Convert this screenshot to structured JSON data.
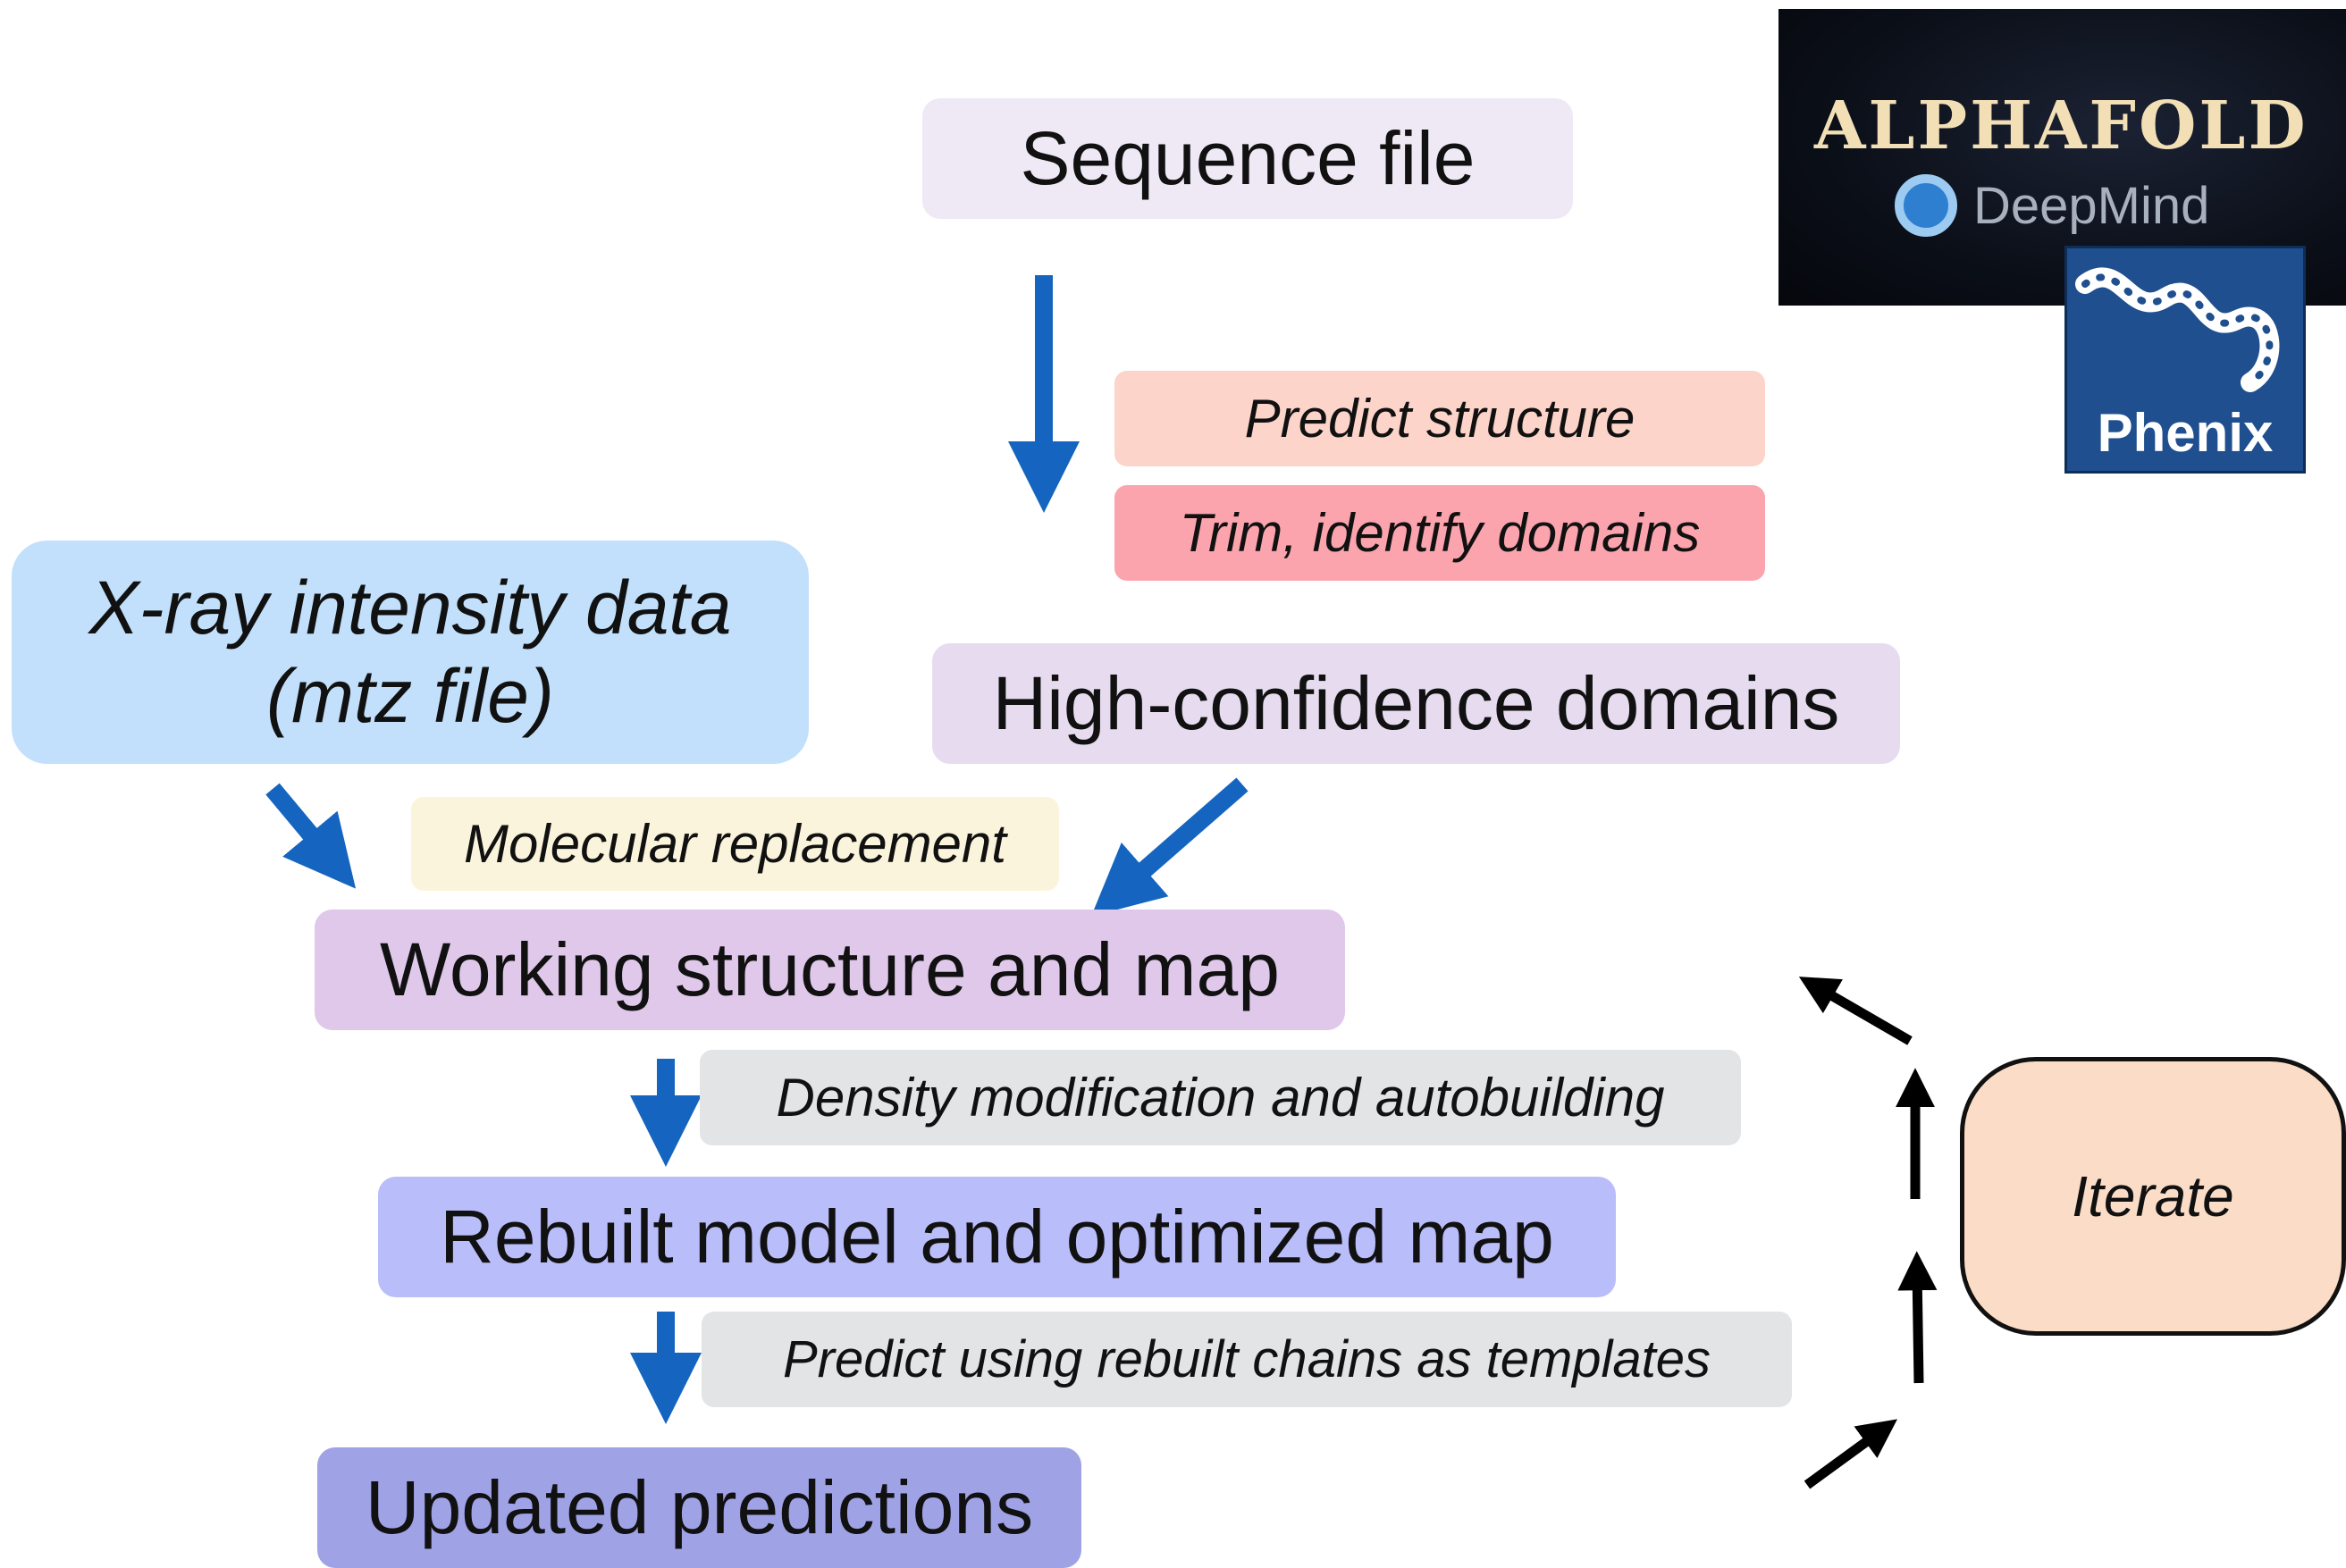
{
  "nodes": {
    "sequence_file": "Sequence file",
    "xray_data_line1": "X-ray intensity data",
    "xray_data_line2": "(mtz file)",
    "high_confidence": "High-confidence domains",
    "working_structure": "Working structure and map",
    "rebuilt_model": "Rebuilt model and optimized map",
    "updated_predictions": "Updated predictions",
    "iterate": "Iterate"
  },
  "steps": {
    "predict_structure": "Predict structure",
    "trim_domains": "Trim, identify domains",
    "molecular_replacement": "Molecular replacement",
    "density_modification": "Density modification and autobuilding",
    "predict_templates": "Predict using rebuilt chains as templates"
  },
  "logos": {
    "alphafold_title": "ALPHAFOLD",
    "deepmind": "DeepMind",
    "phenix": "Phenix"
  },
  "colors": {
    "flow_arrow": "#1565c0",
    "iterate_arrow": "#000000",
    "sequence_box": "#efe9f5",
    "xray_box": "#c2e0fb",
    "high_conf_box": "#e7dcef",
    "working_box": "#dfc8ea",
    "rebuilt_box": "#b9bdf9",
    "updated_box": "#9fa3e6",
    "iterate_box": "#fbdcc6",
    "predict_step": "#fcd4c9",
    "trim_step": "#fba4ad",
    "mr_step": "#fbf4dc",
    "grey_step": "#e3e4e6"
  }
}
